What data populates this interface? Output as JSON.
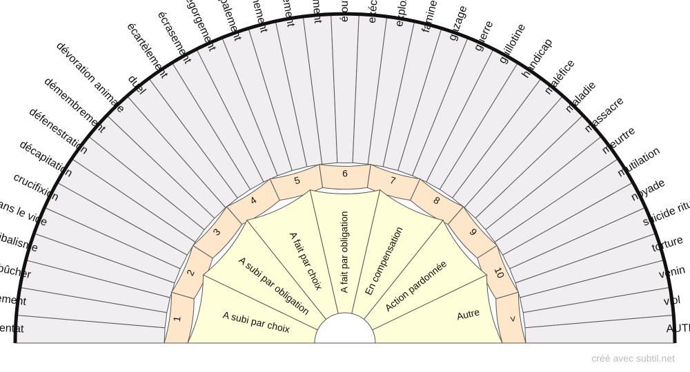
{
  "outer_labels": [
    "attentat",
    "broiement",
    "bûcher",
    "cannibalisme",
    "chute dans le vide",
    "crucifixion",
    "décapitation",
    "défenestration",
    "démembrement",
    "dévoration animale",
    "duel",
    "écartèlement",
    "écrasement",
    "égorgement",
    "empalement",
    "empoisonnement",
    "enlisement",
    "ensorcellement",
    "étouffement",
    "exécution",
    "explosion",
    "famine",
    "gazage",
    "guerre",
    "guillotine",
    "handicap",
    "maléfice",
    "maladie",
    "massacre",
    "meurtre",
    "mutilation",
    "noyade",
    "suicide ritualisé",
    "torture",
    "venin",
    "viol",
    "AUTRES"
  ],
  "ring_labels": [
    "1",
    "2",
    "3",
    "4",
    "5",
    "6",
    "7",
    "8",
    "9",
    "10",
    ">"
  ],
  "inner_labels": [
    "A subi par choix",
    "A subi par obligation",
    "A fait par choix",
    "A fait par obligation",
    "En compensation",
    "Action pardonnée",
    "Autre"
  ],
  "colors": {
    "outer_fill": "#f2edf0",
    "ring_fill": "#fde6c9",
    "inner_fill": "#ffffd9",
    "stroke": "#555555",
    "rim": "#111111"
  },
  "footer": {
    "credit": "créé avec subtil.net"
  }
}
